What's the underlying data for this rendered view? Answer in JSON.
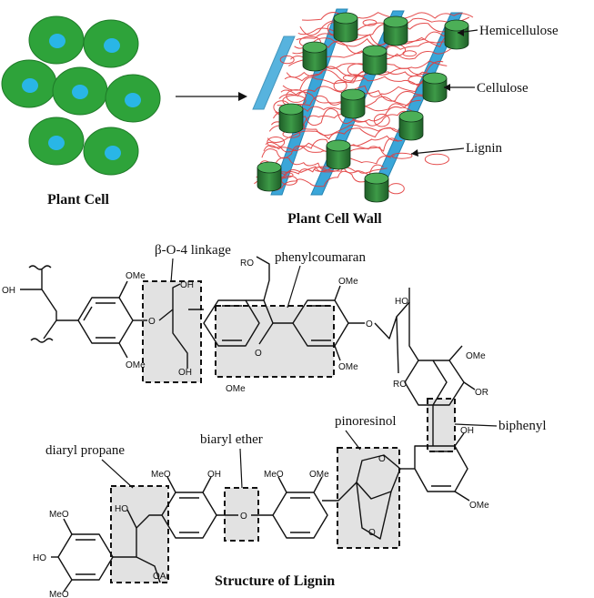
{
  "top": {
    "plant_cell_label": "Plant Cell",
    "cell_wall_label": "Plant Cell Wall",
    "hemicellulose_label": "Hemicellulose",
    "cellulose_label": "Cellulose",
    "lignin_label": "Lignin"
  },
  "structure": {
    "title": "Structure of Lignin",
    "linkages": {
      "beta_o_4": "β-O-4 linkage",
      "phenylcoumaran": "phenylcoumaran",
      "biphenyl": "biphenyl",
      "diaryl_propane": "diaryl propane",
      "biaryl_ether": "biaryl ether",
      "pinoresinol": "pinoresinol"
    },
    "groups": {
      "ome": "OMe",
      "oh": "OH",
      "ho": "HO",
      "o": "O",
      "ro": "RO",
      "or": "OR",
      "meo": "MeO",
      "oar": "OAr"
    }
  },
  "colors": {
    "cell_body": "#2ea33a",
    "cell_nucleus": "#29b6e6",
    "lignin_strands": "#e23a3a",
    "cellulose_bars": "#3aa6d9",
    "hemicellulose_cylinders": "#2f7f3a",
    "linkage_box_fill": "#d8d8d8"
  }
}
